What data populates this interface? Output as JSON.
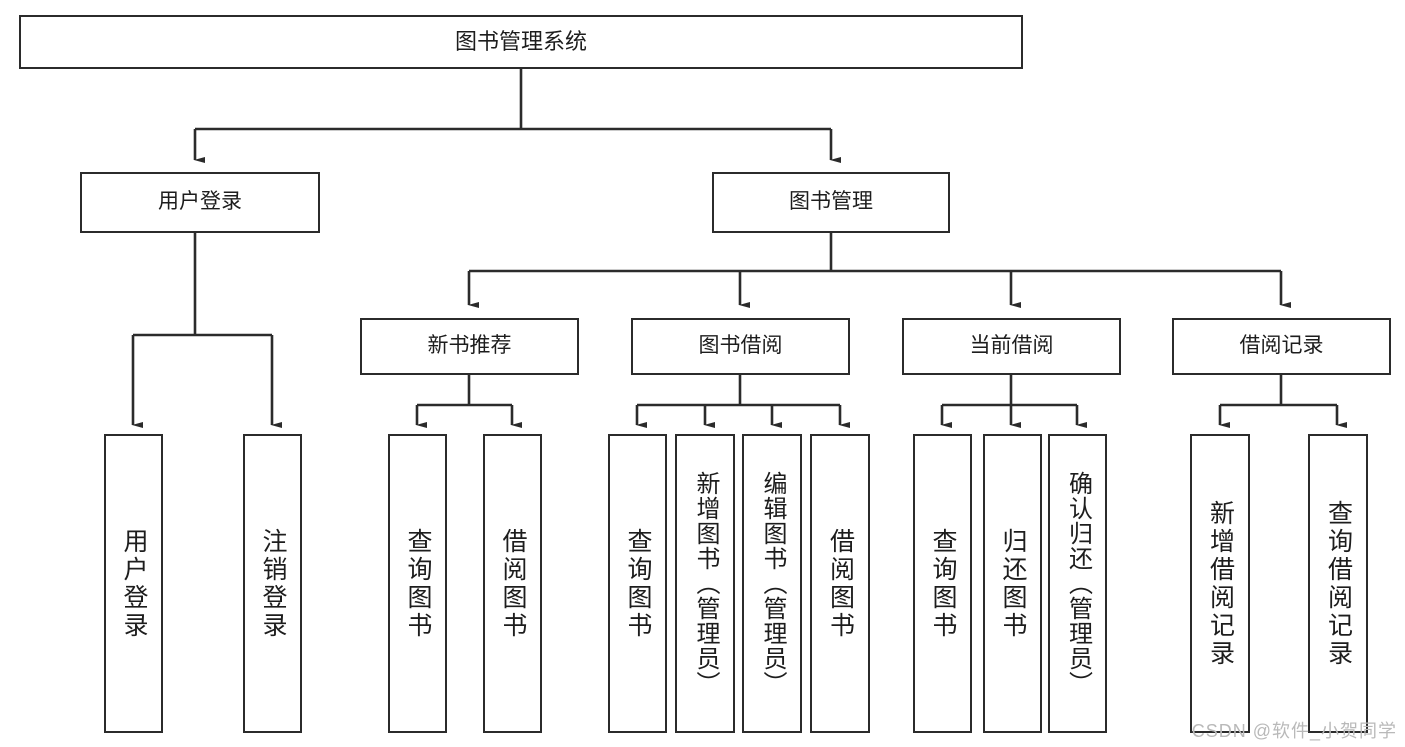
{
  "diagram": {
    "type": "tree-hierarchy-chart",
    "title": "图书管理系统",
    "root": {
      "label": "图书管理系统"
    },
    "level2": [
      {
        "label": "用户登录"
      },
      {
        "label": "图书管理"
      }
    ],
    "level3": [
      {
        "label": "新书推荐"
      },
      {
        "label": "图书借阅"
      },
      {
        "label": "当前借阅"
      },
      {
        "label": "借阅记录"
      }
    ],
    "leaves": {
      "user_login": [
        {
          "label": "用户登录"
        },
        {
          "label": "注销登录"
        }
      ],
      "new_book_recommend": [
        {
          "label": "查询图书"
        },
        {
          "label": "借阅图书"
        }
      ],
      "book_borrow": [
        {
          "label": "查询图书"
        },
        {
          "label": "新增图书（管理员）"
        },
        {
          "label": "编辑图书（管理员）"
        },
        {
          "label": "借阅图书"
        }
      ],
      "current_borrow": [
        {
          "label": "查询图书"
        },
        {
          "label": "归还图书"
        },
        {
          "label": "确认归还（管理员）"
        }
      ],
      "borrow_record": [
        {
          "label": "新增借阅记录"
        },
        {
          "label": "查询借阅记录"
        }
      ]
    },
    "watermark": "CSDN @软件_小贺同学",
    "colors": {
      "box_border": "#2b2b2b",
      "box_fill": "#ffffff",
      "text": "#1d1d1d",
      "connector": "#2b2b2b",
      "watermark": "#b9b9b9",
      "background": "#ffffff"
    }
  }
}
